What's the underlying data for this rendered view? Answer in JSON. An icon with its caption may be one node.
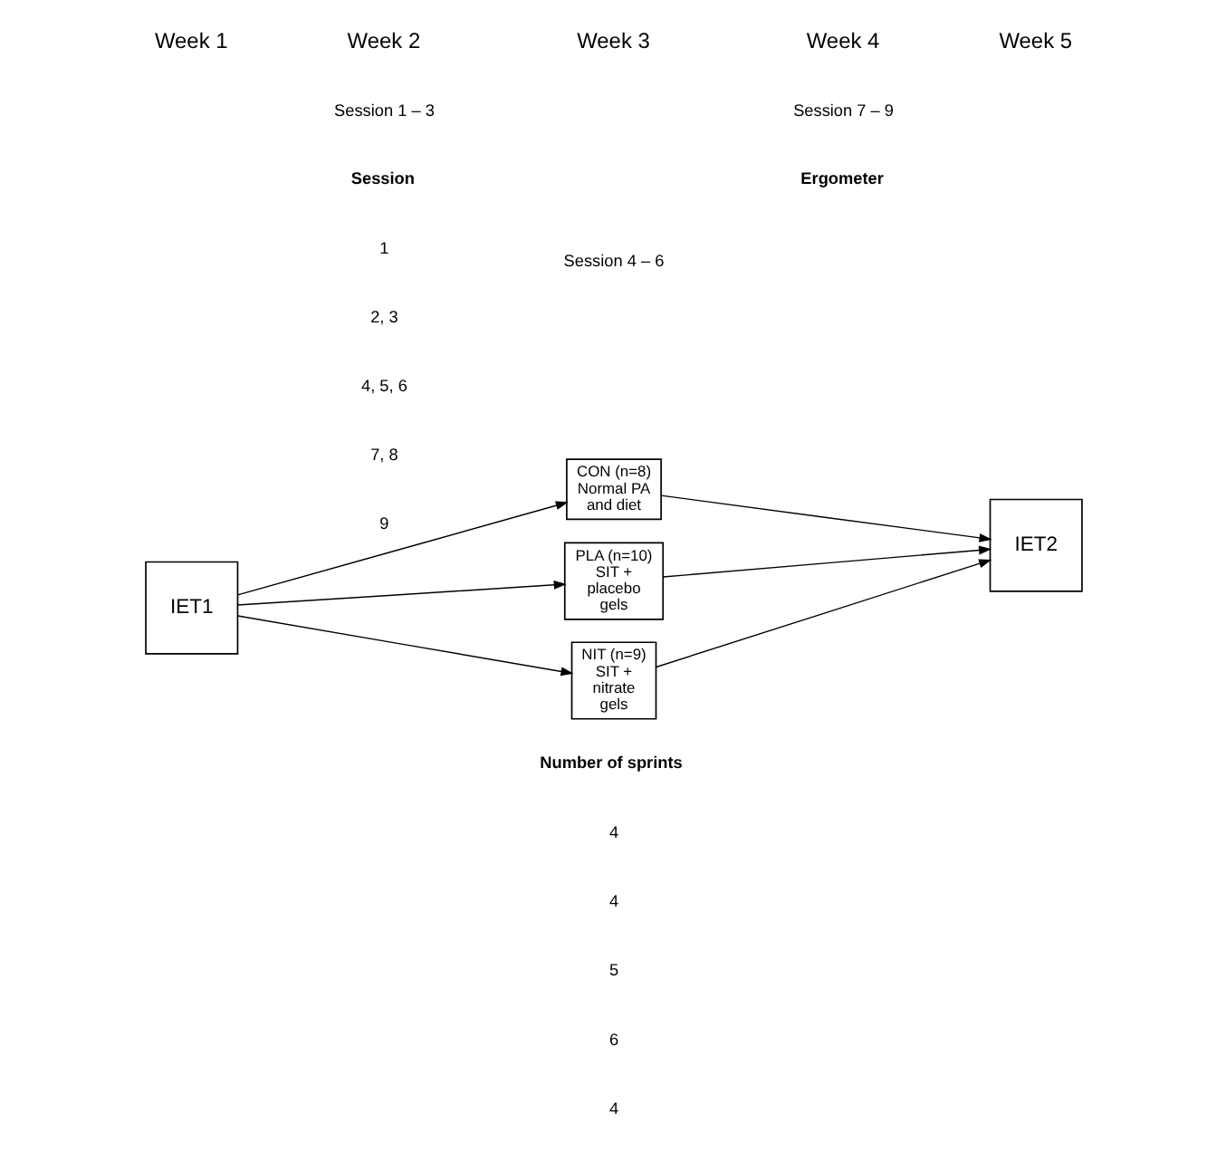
{
  "diagram": {
    "nodes": [
      {
        "text": [
          "IET1"
        ]
      },
      {
        "text": [
          "CON (n=8) Normal PA and diet"
        ]
      },
      {
        "text": [
          "PLA (n=10) SIT + placebo gels"
        ]
      },
      {
        "text": [
          "NIT (n=9) SIT + nitrate gels"
        ]
      },
      {
        "text": [
          "IET2"
        ]
      }
    ],
    "edges": [
      {
        "from": 0,
        "to": 1,
        "arrow": "to"
      },
      {
        "from": 0,
        "to": 2,
        "arrow": "to"
      },
      {
        "from": 0,
        "to": 3,
        "arrow": "to"
      },
      {
        "from": 1,
        "to": 4,
        "arrow": "to"
      },
      {
        "from": 2,
        "to": 4,
        "arrow": "to"
      },
      {
        "from": 3,
        "to": 4,
        "arrow": "to"
      }
    ],
    "labels": [
      "Week 1",
      "Week 2",
      "Week 3",
      "Week 4",
      "Week 5",
      "Session 1 – 3",
      "Session 4 – 6",
      "Session 7 – 9",
      "Session",
      "Number of sprints",
      "Ergometer",
      "1",
      "4",
      "2, 3",
      "4",
      "4, 5, 6",
      "5",
      "7, 8",
      "6",
      "9",
      "4"
    ]
  }
}
